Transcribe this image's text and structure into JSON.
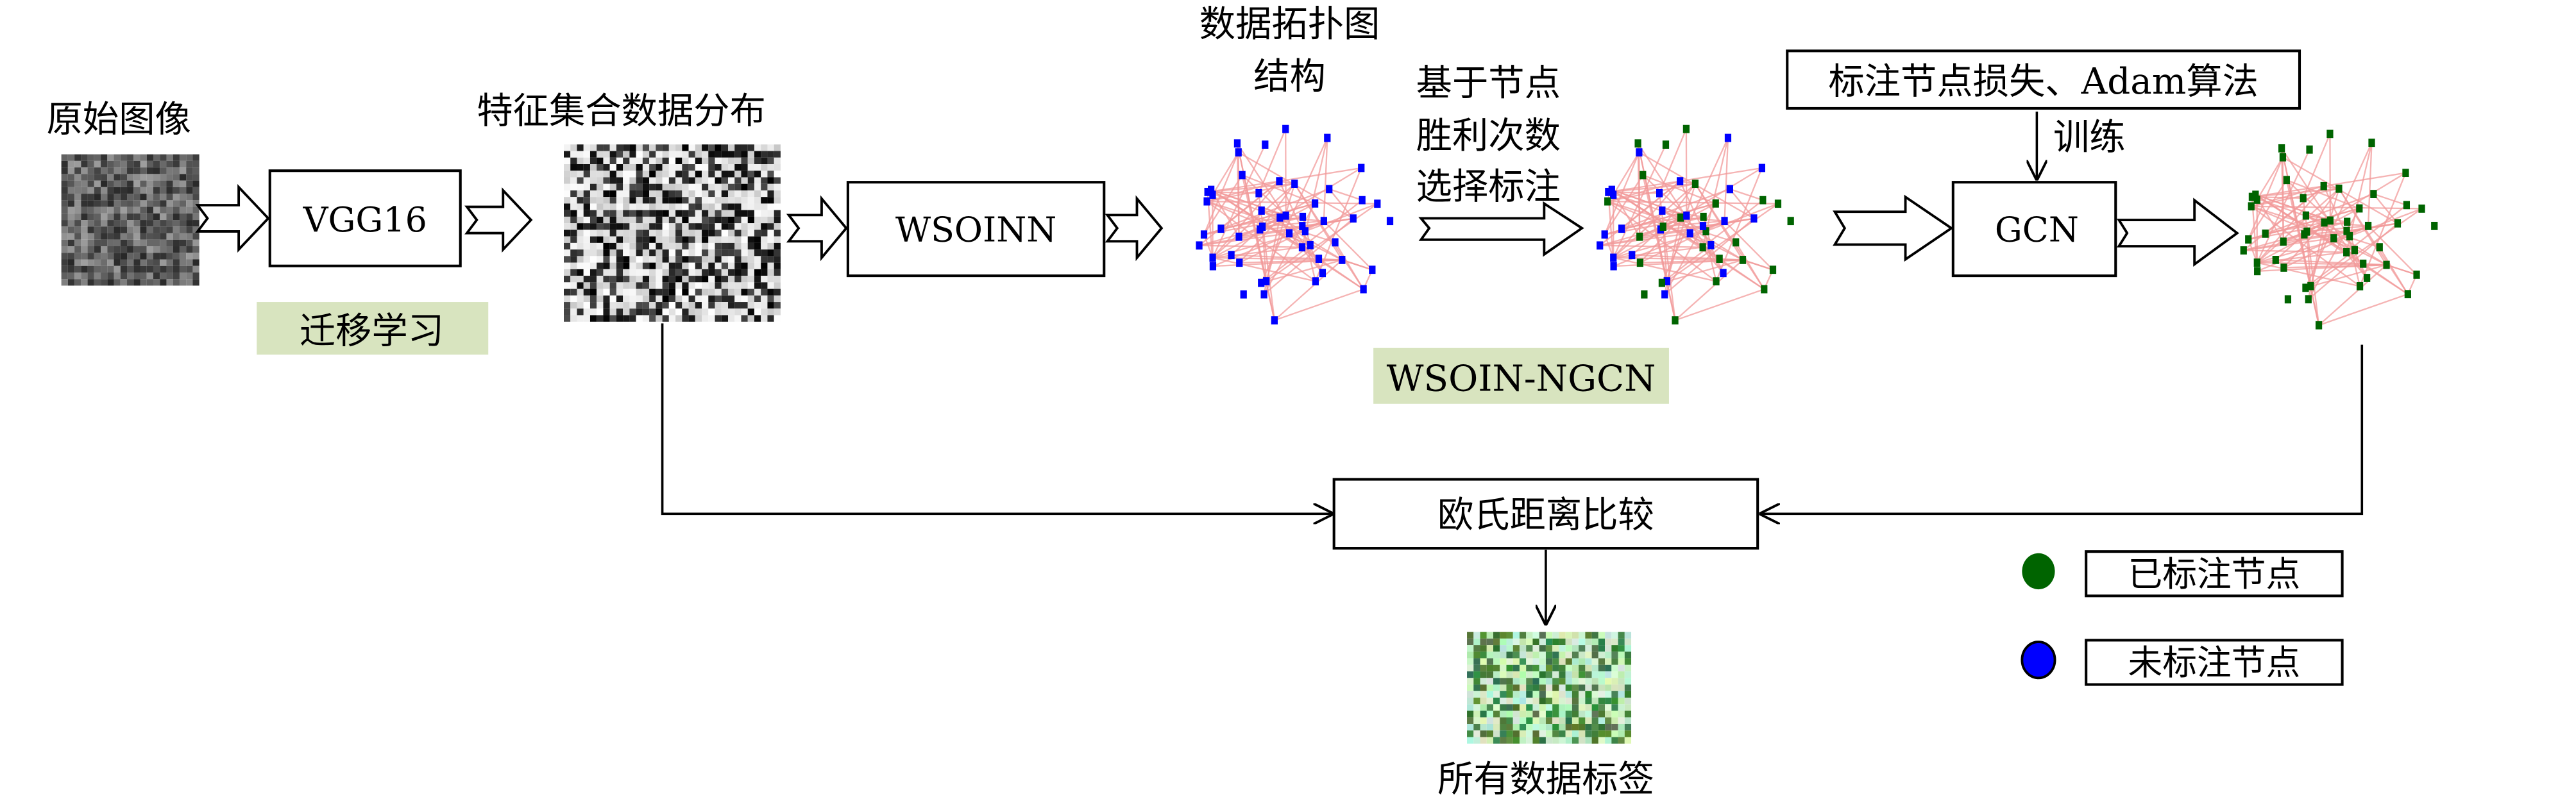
{
  "labels": {
    "original_image": "原始图像",
    "vgg16": "VGG16",
    "transfer_learning": "迁移学习",
    "feature_distribution": "特征集合数据分布",
    "wsoinn": "WSOINN",
    "topology_title_1": "数据拓扑图",
    "topology_title_2": "结构",
    "select_1": "基于节点",
    "select_2": "胜利次数",
    "select_3": "选择标注",
    "loss_box": "标注节点损失、Adam算法",
    "train": "训练",
    "gcn": "GCN",
    "method_name": "WSOIN-NGCN",
    "euclid_compare": "欧氏距离比较",
    "all_labels": "所有数据标签"
  },
  "legend": [
    {
      "label": "已标注节点",
      "color": "#006400"
    },
    {
      "label": "未标注节点",
      "color": "#0000ff"
    }
  ],
  "colors": {
    "highlight": "#d8e4bf",
    "edge": "#f29a9a",
    "labeled": "#006400",
    "unlabeled": "#0000ff"
  },
  "graphs": {
    "topology": {
      "labeled_fraction": 0.0
    },
    "selected": {
      "labeled_fraction": 0.5
    },
    "trained": {
      "labeled_fraction": 1.0
    }
  }
}
